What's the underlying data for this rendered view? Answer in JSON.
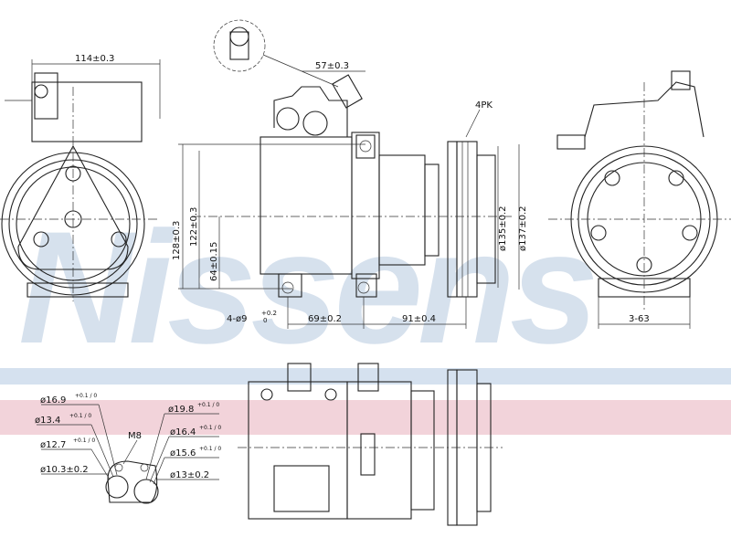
{
  "watermark": {
    "text": "Nissens",
    "color_blue": "#c9d7e8",
    "band_blue": "#d5e1ef",
    "band_pink": "#f2d3da"
  },
  "dimensions": {
    "width_114": "114±0.3",
    "width_57": "57±0.3",
    "belt": "4PK",
    "height_128": "128±0.3",
    "height_122": "122±0.3",
    "height_64": "64±0.15",
    "holes": "4-ø9",
    "holes_tol": "+0.2",
    "holes_tol2": "0",
    "length_69": "69±0.2",
    "length_91": "91±0.4",
    "pulley_135": "ø135±0.2",
    "pulley_137": "ø137±0.2",
    "mount_3_63": "3-63"
  },
  "ports": {
    "left": [
      {
        "label": "ø16.9",
        "tol": "+0.1 / 0"
      },
      {
        "label": "ø13.4",
        "tol": "+0.1 / 0"
      },
      {
        "label": "ø12.7",
        "tol": "+0.1 / 0"
      },
      {
        "label": "ø10.3±0.2",
        "tol": ""
      }
    ],
    "right": [
      {
        "label": "ø19.8",
        "tol": "+0.1 / 0"
      },
      {
        "label": "ø16.4",
        "tol": "+0.1 / 0"
      },
      {
        "label": "ø15.6",
        "tol": "+0.1 / 0"
      },
      {
        "label": "ø13±0.2",
        "tol": ""
      }
    ],
    "thread": "M8"
  }
}
